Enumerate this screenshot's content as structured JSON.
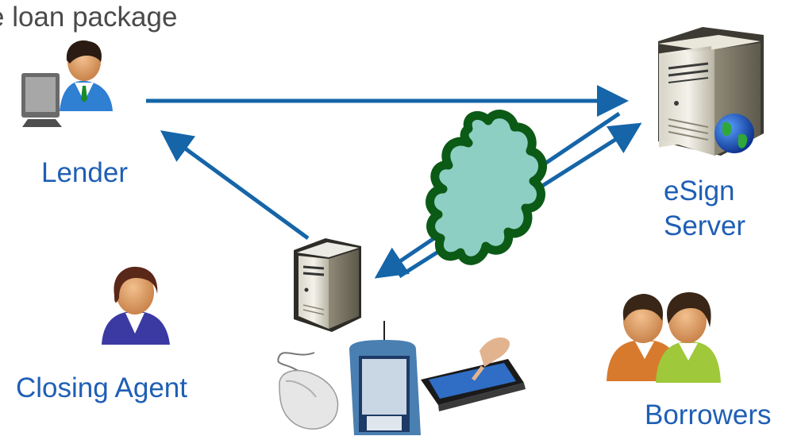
{
  "title": "e loan package",
  "nodes": {
    "lender": {
      "label": "Lender"
    },
    "esign_server": {
      "label_line1": "eSign",
      "label_line2": "Server"
    },
    "closing_agent": {
      "label": "Closing Agent"
    },
    "borrowers": {
      "label": "Borrowers"
    }
  },
  "colors": {
    "arrow": "#1565a8",
    "cloud_fill": "#8ecfc4",
    "cloud_stroke": "#0b5a16",
    "label": "#1f5fb5",
    "title": "#4a4a4a"
  }
}
